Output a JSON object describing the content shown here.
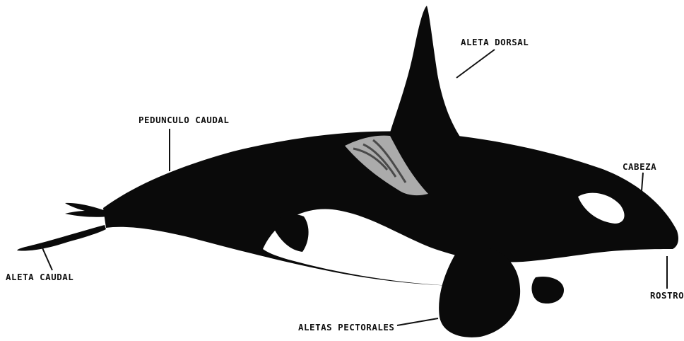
{
  "labels": {
    "aleta_dorsal": "ALETA  DORSAL",
    "pedunculo_caudal": "PEDUNCULO  CAUDAL",
    "cabeza": "CABEZA",
    "aleta_caudal": "ALETA  CAUDAL",
    "rostro": "ROSTRO",
    "aletas_pectorales": "ALETAS  PECTORALES"
  },
  "colors": {
    "body": "#0a0a0a",
    "patch": "#ffffff",
    "saddle": "#c8c8c8",
    "leader": "#111111"
  }
}
